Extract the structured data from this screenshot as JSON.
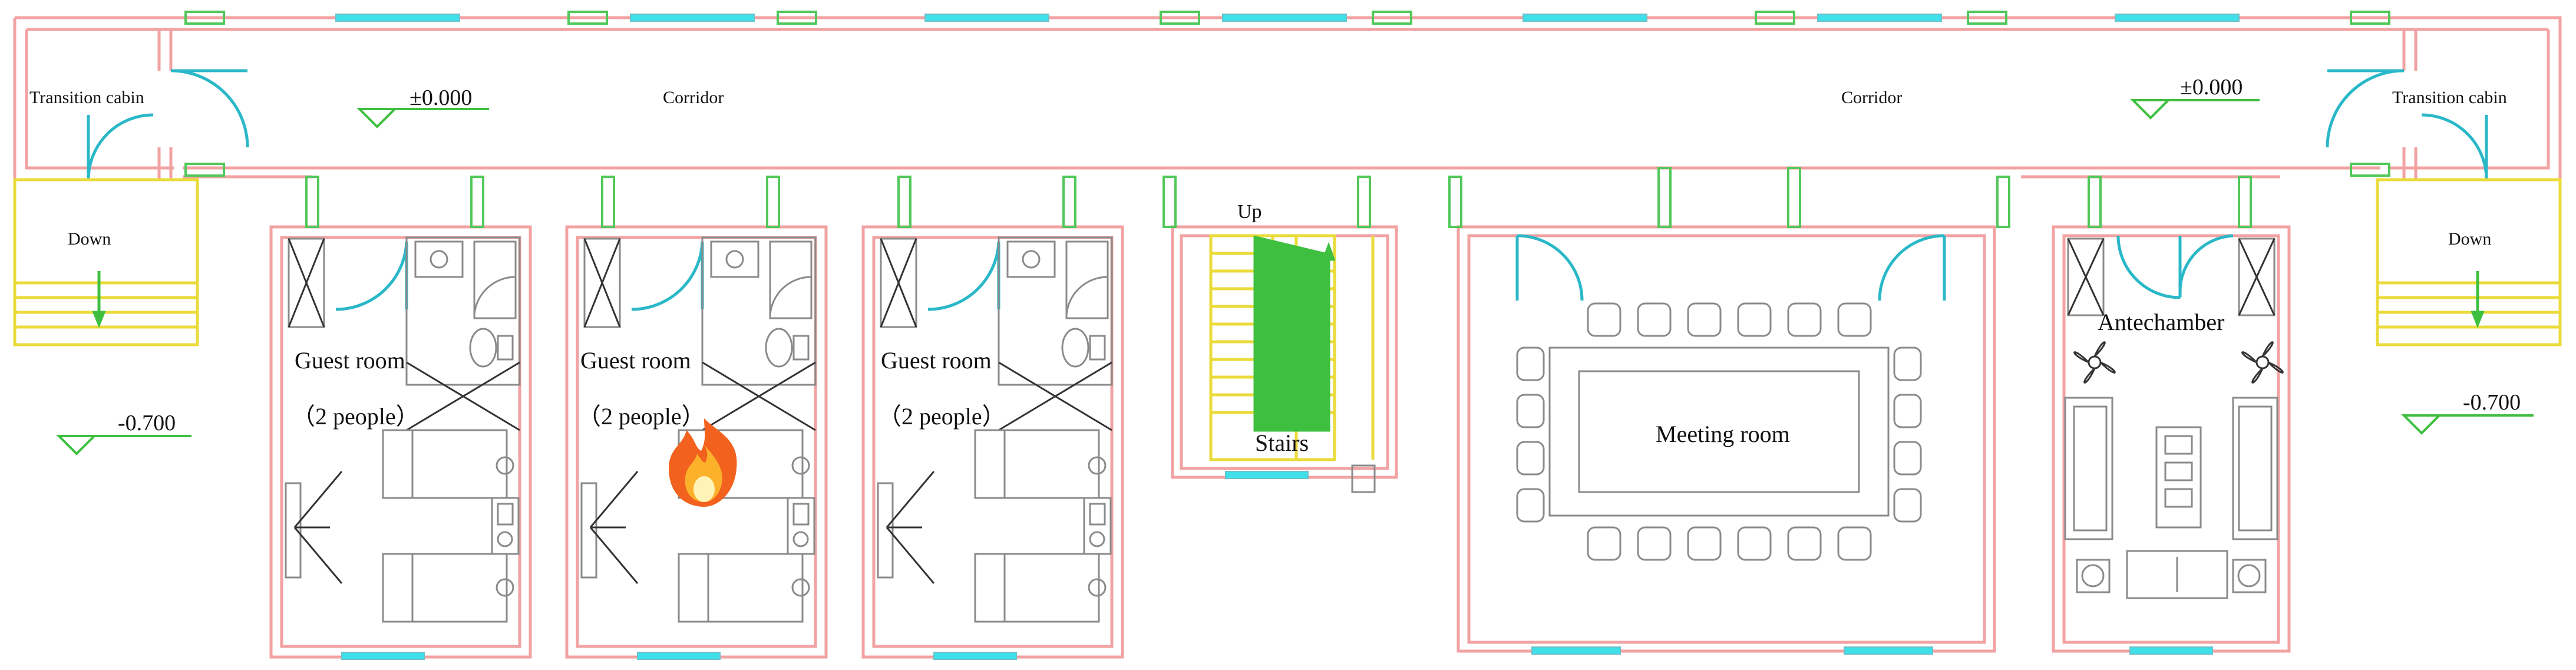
{
  "labels": {
    "transition_cabin_left": "Transition cabin",
    "transition_cabin_right": "Transition cabin",
    "corridor_left": "Corridor",
    "corridor_right": "Corridor",
    "level_corridor_left": "±0.000",
    "level_corridor_right": "±0.000",
    "down_left": "Down",
    "down_right": "Down",
    "level_outside_left": "-0.700",
    "level_outside_right": "-0.700",
    "guest_room_1": "Guest room",
    "guest_room_1_capacity": "（2 people）",
    "guest_room_2": "Guest room",
    "guest_room_2_capacity": "（2 people）",
    "guest_room_3": "Guest room",
    "guest_room_3_capacity": "（2 people）",
    "stairs_up": "Up",
    "stairs": "Stairs",
    "meeting_room": "Meeting room",
    "antechamber": "Antechamber"
  },
  "colors": {
    "wall": "#f2a2a2",
    "window": "#3fe0ea",
    "window_frame": "#52c85a",
    "door": "#2ab8c8",
    "stair_lines": "#eadb3a",
    "direction_arrow": "#3fbf3f",
    "furniture": "#8a8a8a"
  },
  "icons": {
    "fire": "fire-icon",
    "fan": "ceiling-fan-icon",
    "level_marker": "elevation-triangle-icon"
  }
}
